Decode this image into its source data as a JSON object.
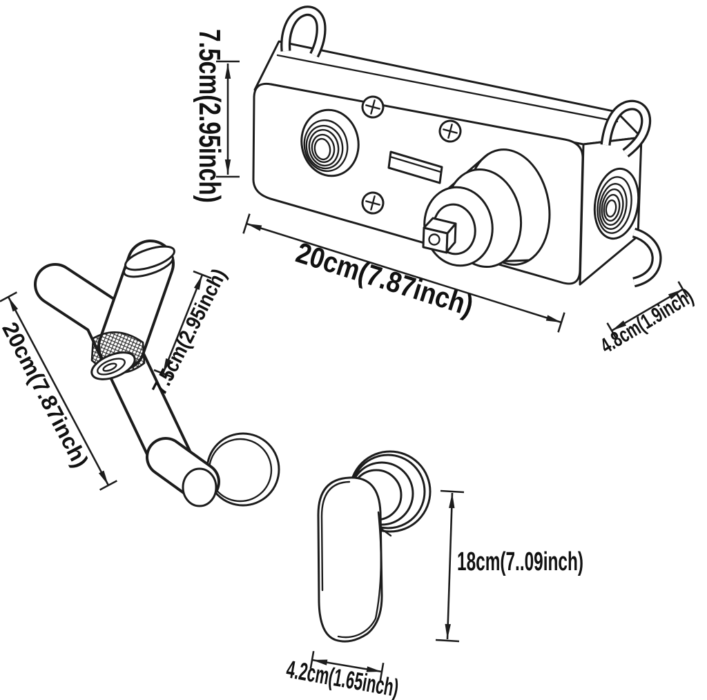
{
  "colors": {
    "background": "#ffffff",
    "line": "#1c1c1c",
    "text": "#111111"
  },
  "diagram": {
    "valve_box": {
      "height_label": "7.5cm(2.95inch)",
      "width_label": "20cm(7.87inch)",
      "depth_label": "4.8cm(1.9inch)"
    },
    "spout": {
      "length_label": "20cm(7.87inch)",
      "height_label": "7.5cm(2.95inch)"
    },
    "handle": {
      "height_label": "18cm(7..09inch)",
      "width_label": "4.2cm(1.65inch)"
    }
  }
}
